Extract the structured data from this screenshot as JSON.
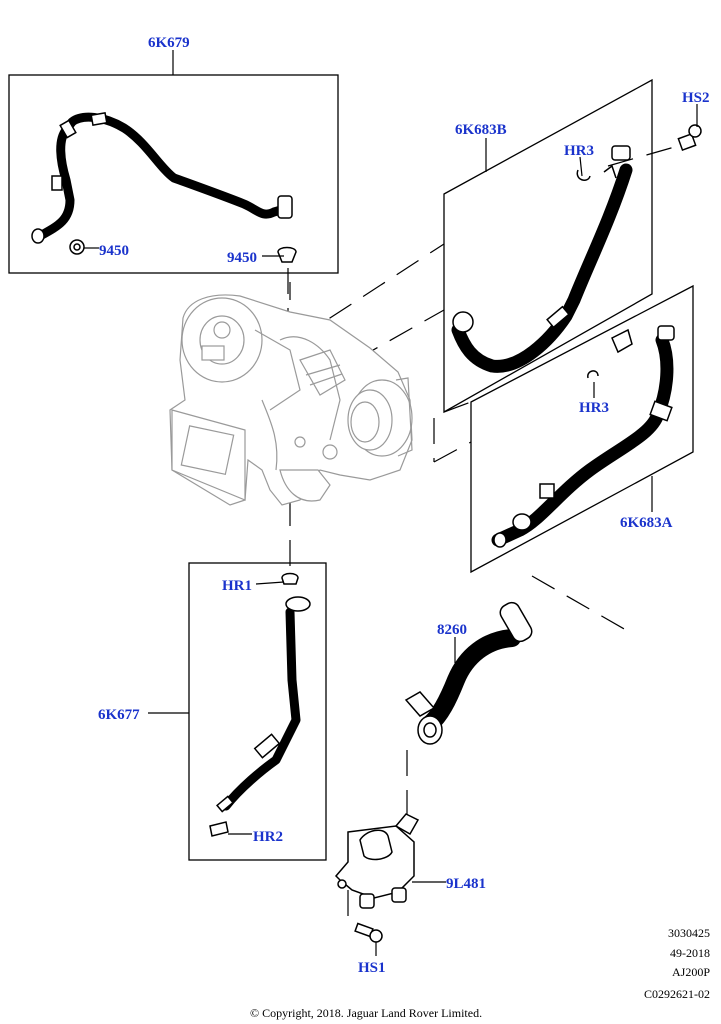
{
  "labels": {
    "p6K679": "6K679",
    "p9450a": "9450",
    "p9450b": "9450",
    "p6K683B": "6K683B",
    "pHR3a": "HR3",
    "pHR3b": "HR3",
    "pHS2": "HS2",
    "p6K683A": "6K683A",
    "pHR1": "HR1",
    "p6K677": "6K677",
    "pHR2": "HR2",
    "p8260": "8260",
    "p9L481": "9L481",
    "pHS1": "HS1"
  },
  "meta": {
    "code1": "3030425",
    "code2": "49-2018",
    "code3": "AJ200P",
    "code4": "C0292621-02",
    "copyright": "© Copyright, 2018. Jaguar Land Rover Limited."
  },
  "colors": {
    "callout": "#1a33cc",
    "line": "#000000",
    "engine_grey": "#9a9a9a"
  }
}
